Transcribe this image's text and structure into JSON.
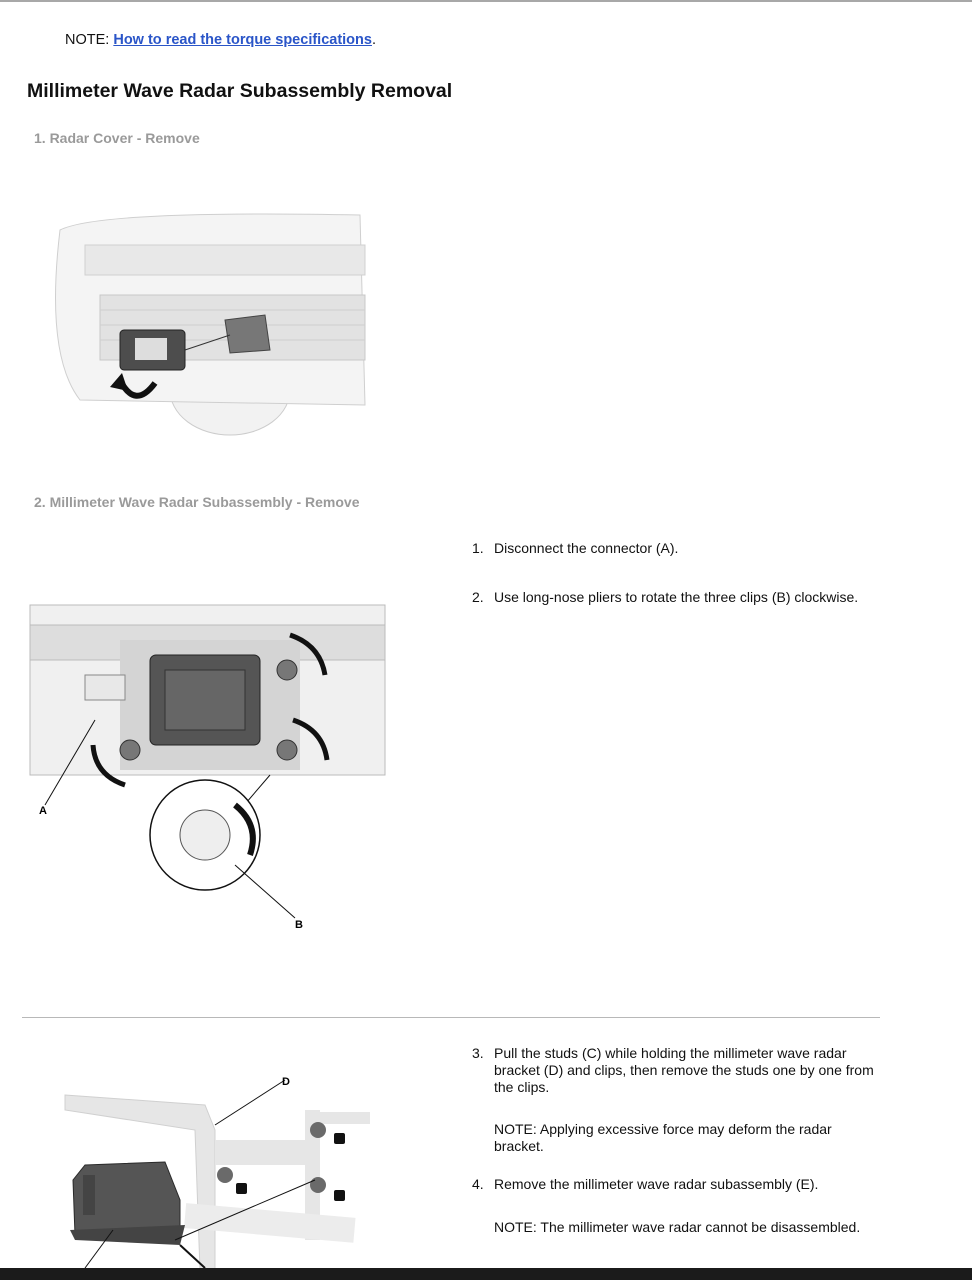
{
  "note": {
    "prefix": "NOTE: ",
    "link": "How to read the torque specifications",
    "suffix": "."
  },
  "title": "Millimeter Wave Radar Subassembly Removal",
  "sections": [
    {
      "label": "1. Radar Cover - Remove"
    },
    {
      "label": "2. Millimeter Wave Radar Subassembly - Remove"
    }
  ],
  "figure_labels": {
    "a": "A",
    "b": "B",
    "d": "D"
  },
  "steps": [
    {
      "num": "1.",
      "text": "Disconnect the connector (A)."
    },
    {
      "num": "2.",
      "text": "Use long-nose pliers to rotate the three clips (B) clockwise."
    },
    {
      "num": "3.",
      "text": "Pull the studs (C) while holding the millimeter wave radar bracket (D) and clips, then remove the studs one by one from the clips.",
      "note": "NOTE: Applying excessive force may deform the radar bracket."
    },
    {
      "num": "4.",
      "text": "Remove the millimeter wave radar subassembly (E).",
      "note": "NOTE: The millimeter wave radar cannot be disassembled."
    }
  ]
}
